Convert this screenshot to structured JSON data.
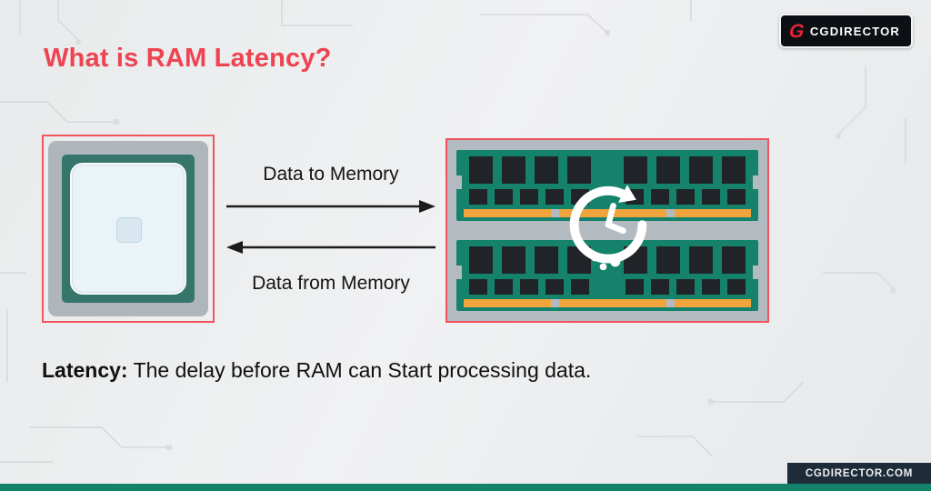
{
  "header": {
    "title": "What is RAM Latency?"
  },
  "logo": {
    "mark": "G",
    "text": "CGDIRECTOR"
  },
  "diagram": {
    "to_memory_label": "Data to Memory",
    "from_memory_label": "Data from Memory",
    "cpu_icon": "cpu-chip-illustration",
    "ram_icon": "ram-modules-illustration",
    "latency_icon": "clock-refresh-icon"
  },
  "definition": {
    "label": "Latency:",
    "text": "The delay before RAM can Start processing data."
  },
  "footer": {
    "website": "CGDIRECTOR.COM"
  },
  "colors": {
    "accent_red": "#ee4351",
    "border_red": "#f0555e",
    "teal_green": "#15826b",
    "gold_pins": "#f1a43c",
    "navy_footer": "#1e2b39",
    "chip_black": "#202428",
    "cpu_gray": "#aeb6bc",
    "background": "#eceeef"
  }
}
